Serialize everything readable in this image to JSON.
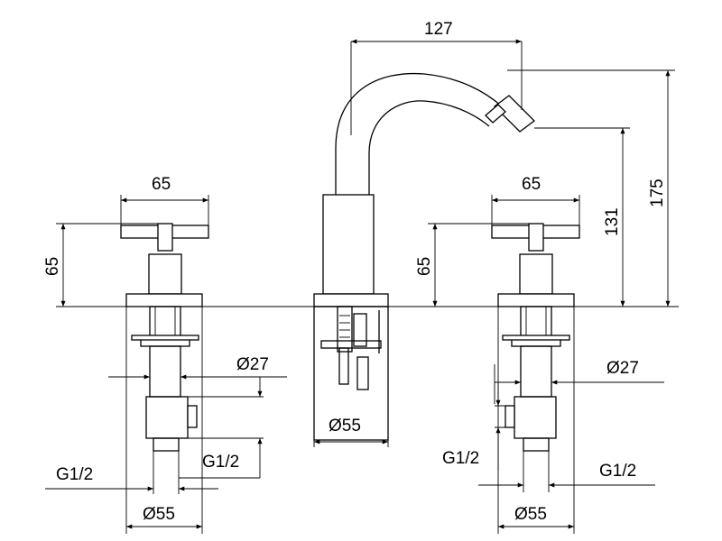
{
  "dimensions": {
    "spout_reach": "127",
    "spout_total_height": "175",
    "spout_outlet_height": "131",
    "spout_base_diameter": "Ø55",
    "left_handle_width": "65",
    "left_handle_height": "65",
    "left_body_diameter": "Ø27",
    "left_outlet_thread": "G1/2",
    "left_inlet_thread": "G1/2",
    "left_base_diameter": "Ø55",
    "right_handle_width": "65",
    "right_handle_height": "65",
    "right_body_diameter": "Ø27",
    "right_outlet_thread": "G1/2",
    "right_inlet_thread": "G1/2",
    "right_base_diameter": "Ø55"
  }
}
